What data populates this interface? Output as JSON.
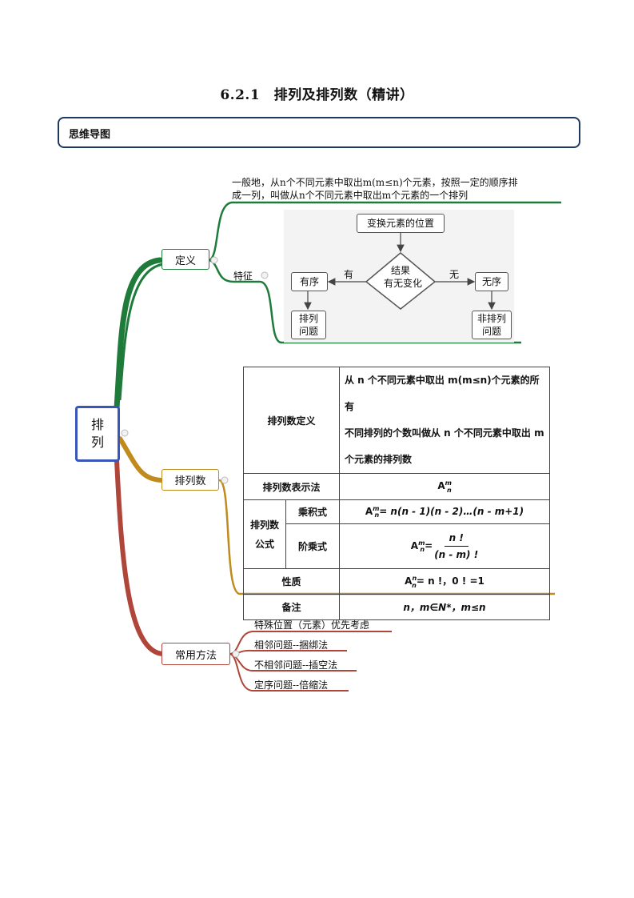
{
  "title": "6.2.1　排列及排列数（精讲）",
  "section": "思维导图",
  "root": {
    "line1": "排",
    "line2": "列"
  },
  "branches": {
    "definition": "定义",
    "definition_text_1": "一般地，从n个不同元素中取出m(m≤n)个元素，按照一定的顺序排",
    "definition_text_2": "成一列，叫做从n个不同元素中取出m个元素的一个排列",
    "feature": "特征",
    "count": "排列数",
    "methods": "常用方法"
  },
  "flowchart": {
    "top": "变换元素的位置",
    "decision_1": "结果",
    "decision_2": "有无变化",
    "yes_edge": "有",
    "no_edge": "无",
    "left": "有序",
    "right": "无序",
    "left_result_1": "排列",
    "left_result_2": "问题",
    "right_result_1": "非排列",
    "right_result_2": "问题"
  },
  "table": {
    "def_label": "排列数定义",
    "def_text_1": "从 n 个不同元素中取出 m(m≤n)个元素的所有",
    "def_text_2": "不同排列的个数叫做从 n 个不同元素中取出 m",
    "def_text_3": "个元素的排列数",
    "notation_label": "排列数表示法",
    "notation": "A",
    "formula_label_1": "排列数",
    "formula_label_2": "公式",
    "product_label": "乘积式",
    "product_formula": "= n(n - 1)(n - 2)…(n - m+1)",
    "factorial_label": "阶乘式",
    "factorial_num": "n !",
    "factorial_den": "(n - m) !",
    "property_label": "性质",
    "property": "= n !，0 ! =1",
    "note_label": "备注",
    "note": "n，m∈N*，m≤n"
  },
  "methods": [
    "特殊位置（元素）优先考虑",
    "相邻问题--捆绑法",
    "不相邻问题--插空法",
    "定序问题--倍缩法"
  ],
  "colors": {
    "green_branch": "#1e7b3a",
    "gold_branch": "#c08a1c",
    "red_branch": "#b0463a",
    "root_border": "#3a56b8",
    "section_border": "#1f3a5f"
  }
}
